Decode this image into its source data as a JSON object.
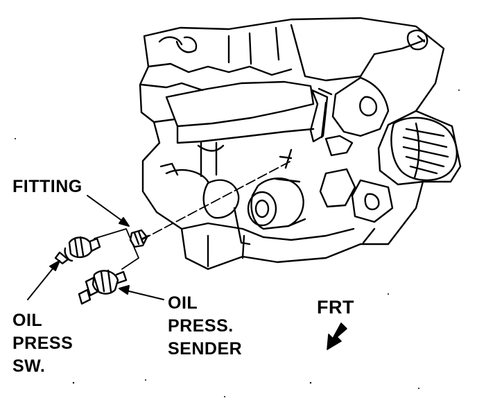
{
  "labels": {
    "fitting": "FITTING",
    "oil_press_sw": [
      "OIL",
      "PRESS",
      "SW."
    ],
    "oil_press_sender": [
      "OIL",
      "PRESS.",
      "SENDER"
    ],
    "frt": "FRT"
  },
  "colors": {
    "ink": "#000000",
    "paper": "#ffffff"
  }
}
